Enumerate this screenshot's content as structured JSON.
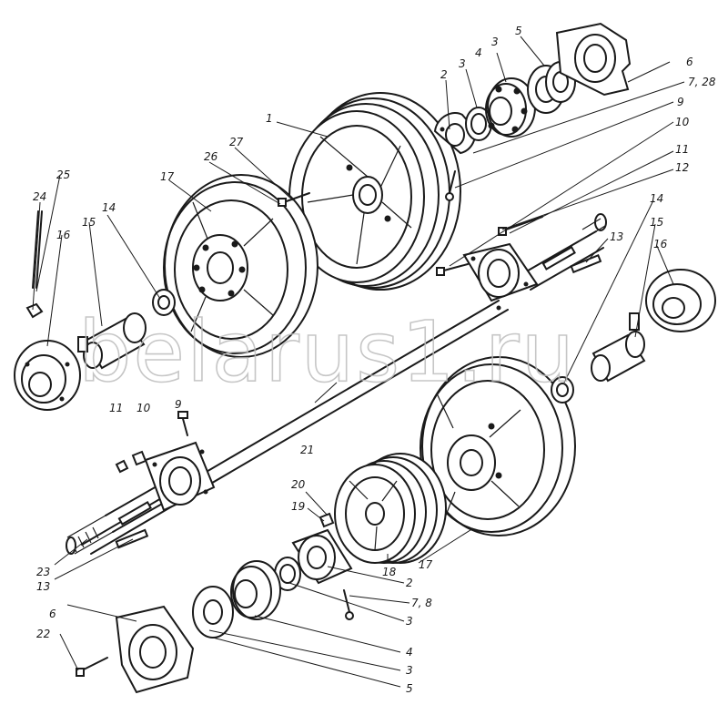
{
  "watermark": "belarus1.ru",
  "callouts": {
    "c1": "1",
    "c2a": "2",
    "c3a": "3",
    "c4a": "4",
    "c3b": "3",
    "c5a": "5",
    "c6a": "6",
    "c728a": "7, 28",
    "c9a": "9",
    "c10a": "10",
    "c11a": "11",
    "c12": "12",
    "c26": "26",
    "c27": "27",
    "c17a": "17",
    "c24": "24",
    "c25": "25",
    "c14a": "14",
    "c15a": "15",
    "c16a": "16",
    "c14b": "14",
    "c15b": "15",
    "c16b": "16",
    "c13a": "13",
    "c9b": "9",
    "c10b": "10",
    "c11b": "11",
    "c21": "21",
    "c20": "20",
    "c19": "19",
    "c23": "23",
    "c13b": "13",
    "c6b": "6",
    "c22": "22",
    "c17b": "17",
    "c18": "18",
    "c2b": "2",
    "c78b": "7, 8",
    "c3c": "3",
    "c4b": "4",
    "c3d": "3",
    "c5b": "5"
  }
}
